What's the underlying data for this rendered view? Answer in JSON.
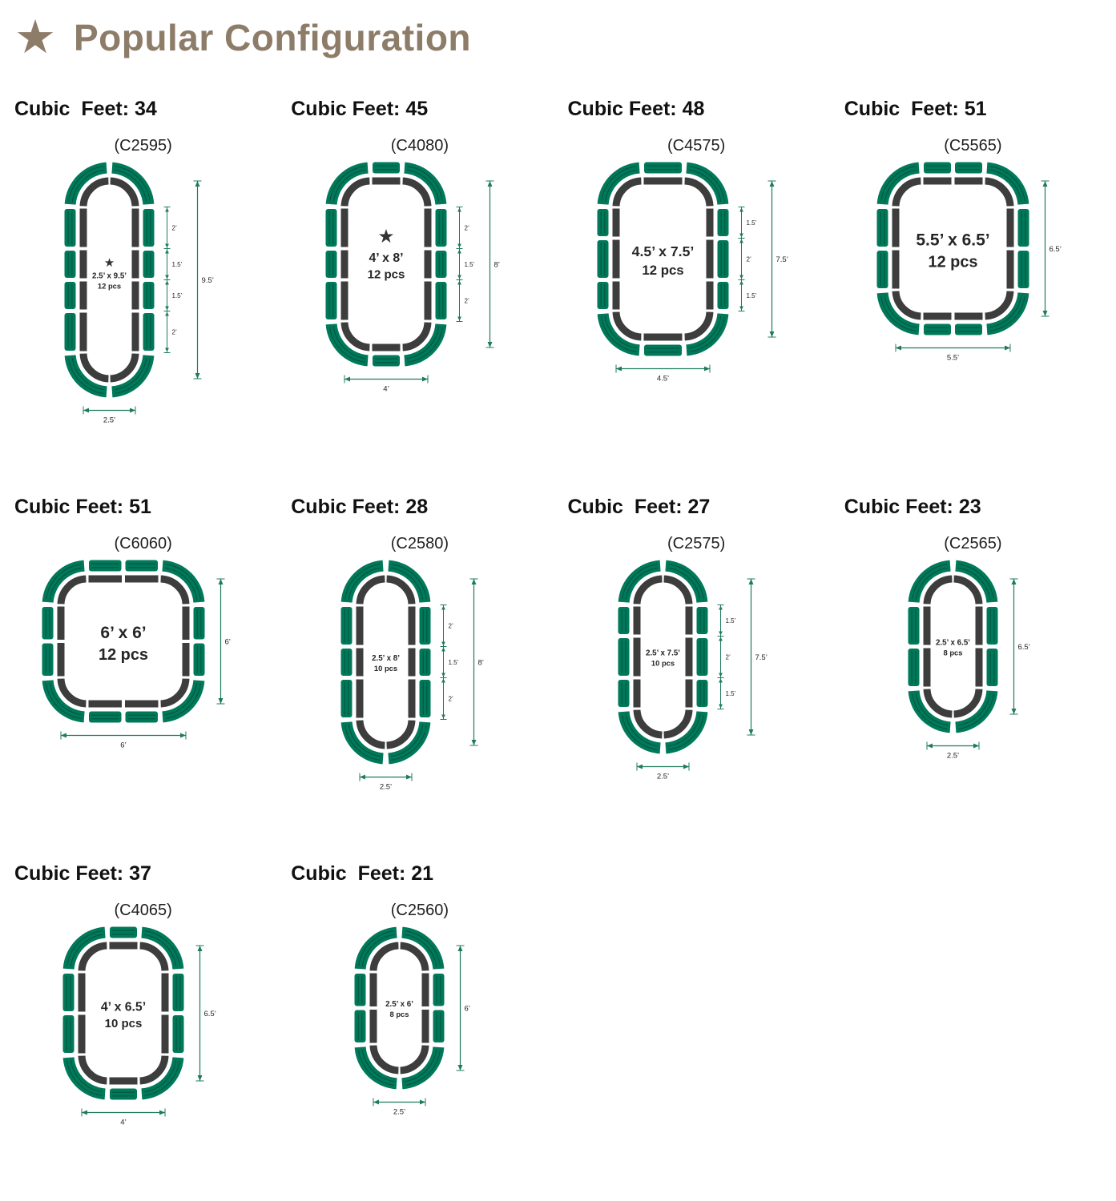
{
  "icons": {
    "star": "★"
  },
  "header": {
    "title": "Popular Configuration"
  },
  "colors": {
    "title": "#8d7c68",
    "panel": "#00795a",
    "panel_ridge": "#00573f",
    "frame": "#3d3d3d",
    "dim": "#1f7b5c",
    "label": "#262626",
    "star_mark": "#333333"
  },
  "configurations": [
    {
      "cubic_feet_label": "Cubic  Feet: 34",
      "model_code": "(C2595)",
      "size_label": "2.5’ x 9.5’",
      "pieces_label": "12 pcs",
      "starred": true,
      "height_label": "9.5’",
      "width_label": "2.5’",
      "segment_labels": [
        "2’",
        "1.5’",
        "1.5’",
        "2’"
      ],
      "bed": {
        "width_ft": 2.5,
        "height_ft": 9.5,
        "side_segments_ft": [
          2,
          1.5,
          1.5,
          2
        ],
        "end_segments_ft": []
      }
    },
    {
      "cubic_feet_label": "Cubic Feet: 45",
      "model_code": "(C4080)",
      "size_label": "4’ x 8’",
      "pieces_label": "12 pcs",
      "starred": true,
      "height_label": "8’",
      "width_label": "4’",
      "segment_labels": [
        "2’",
        "1.5’",
        "2’"
      ],
      "bed": {
        "width_ft": 4,
        "height_ft": 8,
        "side_segments_ft": [
          2,
          1.5,
          2
        ],
        "end_segments_ft": [
          1.5
        ]
      }
    },
    {
      "cubic_feet_label": "Cubic Feet: 48",
      "model_code": "(C4575)",
      "size_label": "4.5’ x 7.5’",
      "pieces_label": "12 pcs",
      "starred": false,
      "height_label": "7.5’",
      "width_label": "4.5’",
      "segment_labels": [
        "1.5’",
        "2’",
        "1.5’"
      ],
      "bed": {
        "width_ft": 4.5,
        "height_ft": 7.5,
        "side_segments_ft": [
          1.5,
          2,
          1.5
        ],
        "end_segments_ft": [
          2
        ]
      }
    },
    {
      "cubic_feet_label": "Cubic  Feet: 51",
      "model_code": "(C5565)",
      "size_label": "5.5’ x 6.5’",
      "pieces_label": "12 pcs",
      "starred": false,
      "height_label": "6.5’",
      "width_label": "5.5’",
      "segment_labels": [],
      "bed": {
        "width_ft": 5.5,
        "height_ft": 6.5,
        "side_segments_ft": [
          2,
          2
        ],
        "end_segments_ft": [
          1.5,
          1.5
        ]
      }
    },
    {
      "cubic_feet_label": "Cubic Feet: 51",
      "model_code": "(C6060)",
      "size_label": "6’ x 6’",
      "pieces_label": "12 pcs",
      "starred": false,
      "height_label": "6’",
      "width_label": "6’",
      "segment_labels": [],
      "bed": {
        "width_ft": 6,
        "height_ft": 6,
        "side_segments_ft": [
          1.75,
          1.75
        ],
        "end_segments_ft": [
          1.75,
          1.75
        ]
      }
    },
    {
      "cubic_feet_label": "Cubic Feet: 28",
      "model_code": "(C2580)",
      "size_label": "2.5’ x 8’",
      "pieces_label": "10 pcs",
      "starred": false,
      "height_label": "8’",
      "width_label": "2.5’",
      "segment_labels": [
        "2’",
        "1.5’",
        "2’"
      ],
      "bed": {
        "width_ft": 2.5,
        "height_ft": 8,
        "side_segments_ft": [
          2,
          1.5,
          2
        ],
        "end_segments_ft": []
      }
    },
    {
      "cubic_feet_label": "Cubic  Feet: 27",
      "model_code": "(C2575)",
      "size_label": "2.5’ x 7.5’",
      "pieces_label": "10 pcs",
      "starred": false,
      "height_label": "7.5’",
      "width_label": "2.5’",
      "segment_labels": [
        "1.5’",
        "2’",
        "1.5’"
      ],
      "bed": {
        "width_ft": 2.5,
        "height_ft": 7.5,
        "side_segments_ft": [
          1.5,
          2,
          1.5
        ],
        "end_segments_ft": []
      }
    },
    {
      "cubic_feet_label": "Cubic Feet: 23",
      "model_code": "(C2565)",
      "size_label": "2.5’ x 6.5’",
      "pieces_label": "8 pcs",
      "starred": false,
      "height_label": "6.5’",
      "width_label": "2.5’",
      "segment_labels": [],
      "bed": {
        "width_ft": 2.5,
        "height_ft": 6.5,
        "side_segments_ft": [
          2,
          2
        ],
        "end_segments_ft": []
      }
    },
    {
      "cubic_feet_label": "Cubic Feet: 37",
      "model_code": "(C4065)",
      "size_label": "4’ x 6.5’",
      "pieces_label": "10 pcs",
      "starred": false,
      "height_label": "6.5’",
      "width_label": "4’",
      "segment_labels": [],
      "bed": {
        "width_ft": 4,
        "height_ft": 6.5,
        "side_segments_ft": [
          2,
          2
        ],
        "end_segments_ft": [
          1.5
        ]
      }
    },
    {
      "cubic_feet_label": "Cubic  Feet: 21",
      "model_code": "(C2560)",
      "size_label": "2.5’ x 6’",
      "pieces_label": "8 pcs",
      "starred": false,
      "height_label": "6’",
      "width_label": "2.5’",
      "segment_labels": [],
      "bed": {
        "width_ft": 2.5,
        "height_ft": 6,
        "side_segments_ft": [
          1.75,
          1.75
        ],
        "end_segments_ft": []
      }
    }
  ]
}
